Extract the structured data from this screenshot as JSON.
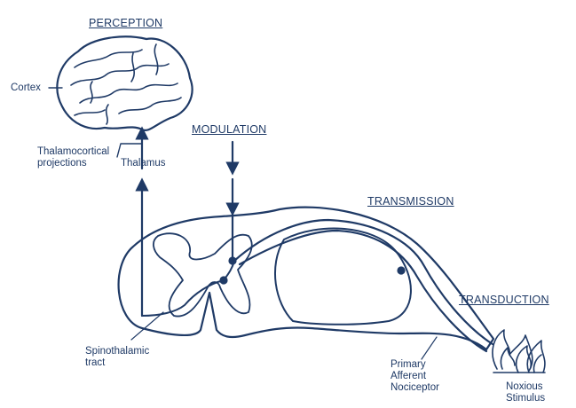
{
  "colors": {
    "ink": "#1f3a66",
    "background": "#ffffff"
  },
  "headings": {
    "perception": "PERCEPTION",
    "modulation": "MODULATION",
    "transmission": "TRANSMISSION",
    "transduction": "TRANSDUCTION"
  },
  "labels": {
    "cortex": "Cortex",
    "thalamocortical_line1": "Thalamocortical",
    "thalamocortical_line2": "projections",
    "thalamus": "Thalamus",
    "spinothalamic_line1": "Spinothalamic",
    "spinothalamic_line2": "tract",
    "primary_line1": "Primary",
    "primary_line2": "Afferent",
    "primary_line3": "Nociceptor",
    "noxious_line1": "Noxious",
    "noxious_line2": "Stimulus"
  },
  "icons": {
    "brain": "brain-icon",
    "spinal_cord": "spinal-cord-cross-section",
    "flame": "flame-icon"
  }
}
